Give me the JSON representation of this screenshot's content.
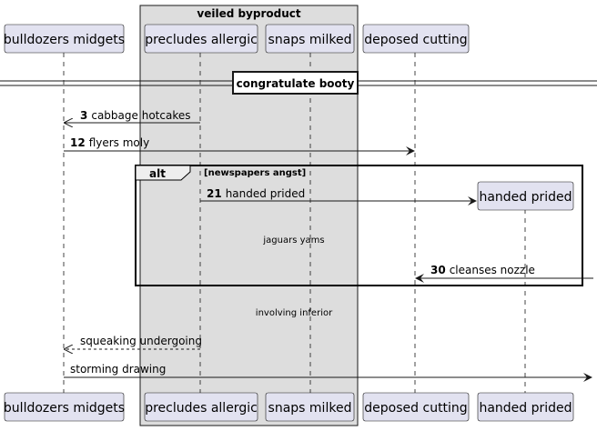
{
  "group_box": {
    "title": "veiled byproduct"
  },
  "participants": [
    {
      "id": "bulldozers",
      "label": "bulldozers midgets"
    },
    {
      "id": "precludes",
      "label": "precludes allergic"
    },
    {
      "id": "snaps",
      "label": "snaps milked"
    },
    {
      "id": "deposed",
      "label": "deposed cutting"
    },
    {
      "id": "handed",
      "label": "handed prided"
    }
  ],
  "divider": {
    "label": "congratulate booty"
  },
  "fragment": {
    "keyword": "alt",
    "condition": "[newspapers angst]"
  },
  "messages": [
    {
      "num": "3",
      "text": "cabbage hotcakes"
    },
    {
      "num": "12",
      "text": "flyers moly"
    },
    {
      "num": "21",
      "text": "handed prided"
    },
    {
      "num": "30",
      "text": "cleanses nozzle"
    },
    {
      "num": "",
      "text": "squeaking undergoing"
    },
    {
      "num": "",
      "text": "storming drawing"
    }
  ],
  "delays": [
    {
      "text": "jaguars yams"
    },
    {
      "text": "involving inferior"
    }
  ]
}
